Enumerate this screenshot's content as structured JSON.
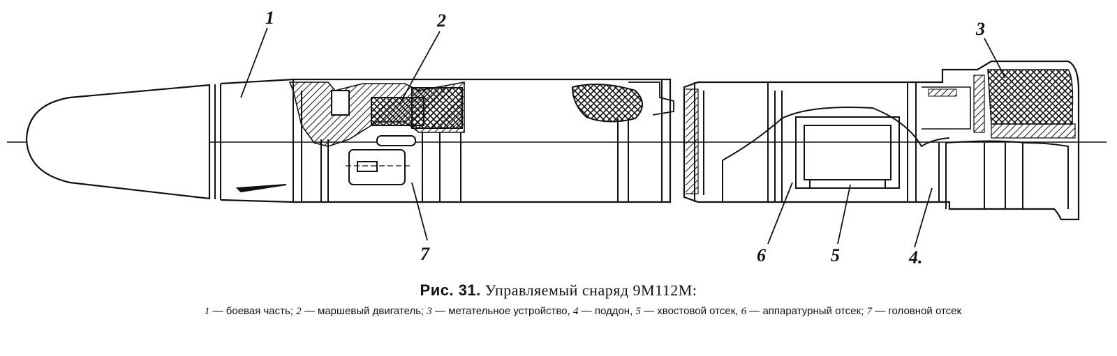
{
  "labels": [
    "1",
    "2",
    "3",
    "4.",
    "5",
    "6",
    "7"
  ],
  "caption": {
    "prefix": "Рис. 31.",
    "title": "Управляемый снаряд 9М112М:"
  },
  "legend": [
    {
      "num": "1",
      "text": "боевая часть;"
    },
    {
      "num": "2",
      "text": "маршевый двигатель;"
    },
    {
      "num": "3",
      "text": "метательное устройство,"
    },
    {
      "num": "4",
      "text": "поддон,"
    },
    {
      "num": "5",
      "text": "хвостовой отсек,"
    },
    {
      "num": "6",
      "text": "аппаратурный отсек;"
    },
    {
      "num": "7",
      "text": "головной отсек"
    }
  ]
}
